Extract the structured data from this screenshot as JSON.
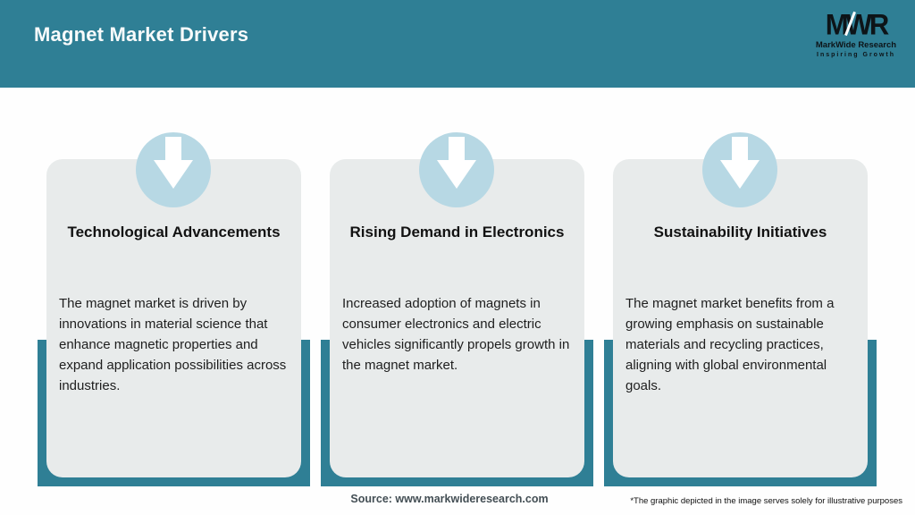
{
  "header": {
    "title": "Magnet Market Drivers",
    "logo": {
      "monogram": "MWR",
      "name": "MarkWide Research",
      "tagline": "Inspiring Growth"
    }
  },
  "cards": [
    {
      "icon": "down-arrow-icon",
      "title": "Technological Advancements",
      "body": "The magnet market is driven by innovations in material science that enhance magnetic properties and expand application possibilities across industries."
    },
    {
      "icon": "down-arrow-icon",
      "title": "Rising Demand in Electronics",
      "body": "Increased adoption of magnets in consumer electronics and electric vehicles significantly propels growth in the magnet market."
    },
    {
      "icon": "down-arrow-icon",
      "title": "Sustainability Initiatives",
      "body": "The magnet market benefits from a growing emphasis on sustainable materials and recycling practices, aligning with global environmental goals."
    }
  ],
  "footer": {
    "source": "Source: www.markwideresearch.com",
    "disclaimer": "*The graphic depicted in the image serves solely for illustrative purposes"
  },
  "colors": {
    "teal": "#2f7f95",
    "card_bg": "#e8ebeb",
    "circle_blue": "#b7d8e4",
    "title_text": "#f8fbfb"
  }
}
